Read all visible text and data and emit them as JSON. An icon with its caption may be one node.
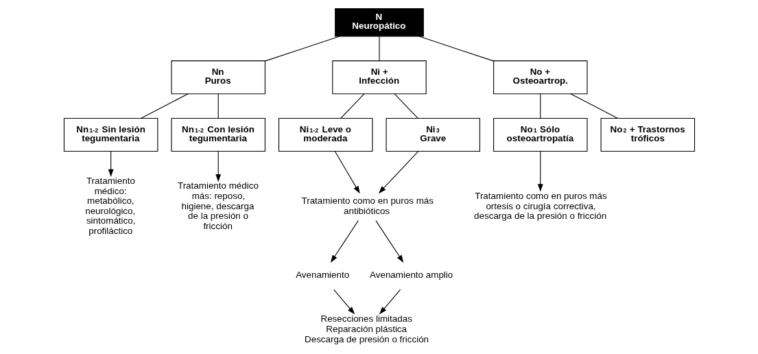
{
  "diagram": {
    "nodes": [
      {
        "text": [
          "N",
          "Neuropático"
        ]
      },
      {
        "text": [
          "Nn",
          "Puros"
        ]
      },
      {
        "text": [
          "Ni +",
          "Infección"
        ]
      },
      {
        "text": [
          "No +",
          "Osteoartrop."
        ]
      },
      {
        "text": [
          "Nn$_{1-2}$ Sin lesión tegumentaria"
        ]
      },
      {
        "text": [
          "Nn$_{1-2}$ Con lesión tegumentaria"
        ]
      },
      {
        "text": [
          "Ni$_{1-2}$ Leve o moderada"
        ]
      },
      {
        "text": [
          "Ni$_{3}$",
          "Grave"
        ]
      },
      {
        "text": [
          "No$_{1}$ Sólo osteoartropatía"
        ]
      },
      {
        "text": [
          "No$_{2}$ + Trastornos tróficos"
        ]
      },
      {
        "text": [
          "Tratamiento médico: metabólico, neurológico, sintomático, profiláctico"
        ]
      },
      {
        "text": [
          "Tratamiento médico más: reposo, higiene, descarga de la presión o fricción"
        ]
      },
      {
        "text": [
          "Tratamiento como en puros más antibióticos"
        ]
      },
      {
        "text": [
          "Tratamiento como en puros más ortesis o cirugía correctiva, descarga de la presión o fricción"
        ]
      },
      {
        "text": [
          "Avenamiento"
        ]
      },
      {
        "text": [
          "Avenamiento amplio"
        ]
      },
      {
        "text": [
          "Resecciones limitadas",
          "Reparación plástica",
          "Descarga de presión o fricción"
        ]
      }
    ],
    "edges": [
      {
        "from": 0,
        "to": 1,
        "arrow": "none"
      },
      {
        "from": 0,
        "to": 2,
        "arrow": "none"
      },
      {
        "from": 0,
        "to": 3,
        "arrow": "none"
      },
      {
        "from": 1,
        "to": 4,
        "arrow": "none"
      },
      {
        "from": 1,
        "to": 5,
        "arrow": "none"
      },
      {
        "from": 2,
        "to": 6,
        "arrow": "none"
      },
      {
        "from": 2,
        "to": 7,
        "arrow": "none"
      },
      {
        "from": 3,
        "to": 8,
        "arrow": "none"
      },
      {
        "from": 3,
        "to": 9,
        "arrow": "none"
      },
      {
        "from": 4,
        "to": 10,
        "arrow": "to"
      },
      {
        "from": 5,
        "to": 11,
        "arrow": "to"
      },
      {
        "from": 6,
        "to": 12,
        "arrow": "to"
      },
      {
        "from": 7,
        "to": 12,
        "arrow": "to"
      },
      {
        "from": 8,
        "to": 13,
        "arrow": "to"
      },
      {
        "from": 12,
        "to": 14,
        "arrow": "to"
      },
      {
        "from": 12,
        "to": 15,
        "arrow": "to"
      },
      {
        "from": 14,
        "to": 16,
        "arrow": "to"
      },
      {
        "from": 15,
        "to": 16,
        "arrow": "to"
      }
    ]
  }
}
